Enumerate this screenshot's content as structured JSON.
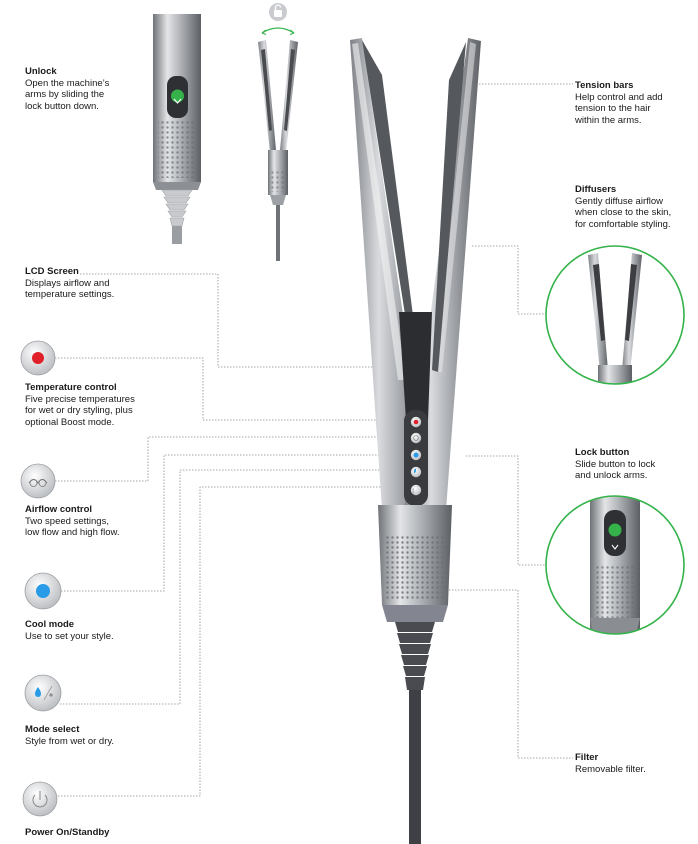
{
  "labels": {
    "unlock": {
      "title": "Unlock",
      "desc": "Open the machine’s\narms by sliding the\nlock button down."
    },
    "lcd": {
      "title": "LCD Screen",
      "desc": "Displays airflow and\ntemperature settings."
    },
    "temperature": {
      "title": "Temperature control",
      "desc": "Five precise temperatures\nfor wet or dry styling, plus\noptional Boost mode."
    },
    "airflow": {
      "title": "Airflow control",
      "desc": "Two speed settings,\nlow flow and high flow."
    },
    "cool": {
      "title": "Cool mode",
      "desc": "Use to set your style."
    },
    "mode": {
      "title": "Mode select",
      "desc": "Style from wet or dry."
    },
    "power": {
      "title": "Power On/Standby",
      "desc": ""
    },
    "tension": {
      "title": "Tension bars",
      "desc": "Help control and add\ntension to the hair\nwithin the arms."
    },
    "diffusers": {
      "title": "Diffusers",
      "desc": "Gently diffuse airflow\nwhen close to the skin,\nfor comfortable styling."
    },
    "lock": {
      "title": "Lock button",
      "desc": "Slide button to lock\nand unlock arms."
    },
    "filter": {
      "title": "Filter",
      "desc": "Removable filter."
    }
  },
  "colors": {
    "green": "#35b34a",
    "red": "#e0202a",
    "blue": "#2a9be6",
    "silver": "#b9bcc0",
    "dark": "#3a3b3f",
    "guide": "#8a8a8a"
  },
  "icons": [
    "lock-icon",
    "temperature-icon",
    "airflow-icon",
    "cool-icon",
    "mode-icon",
    "power-icon"
  ]
}
